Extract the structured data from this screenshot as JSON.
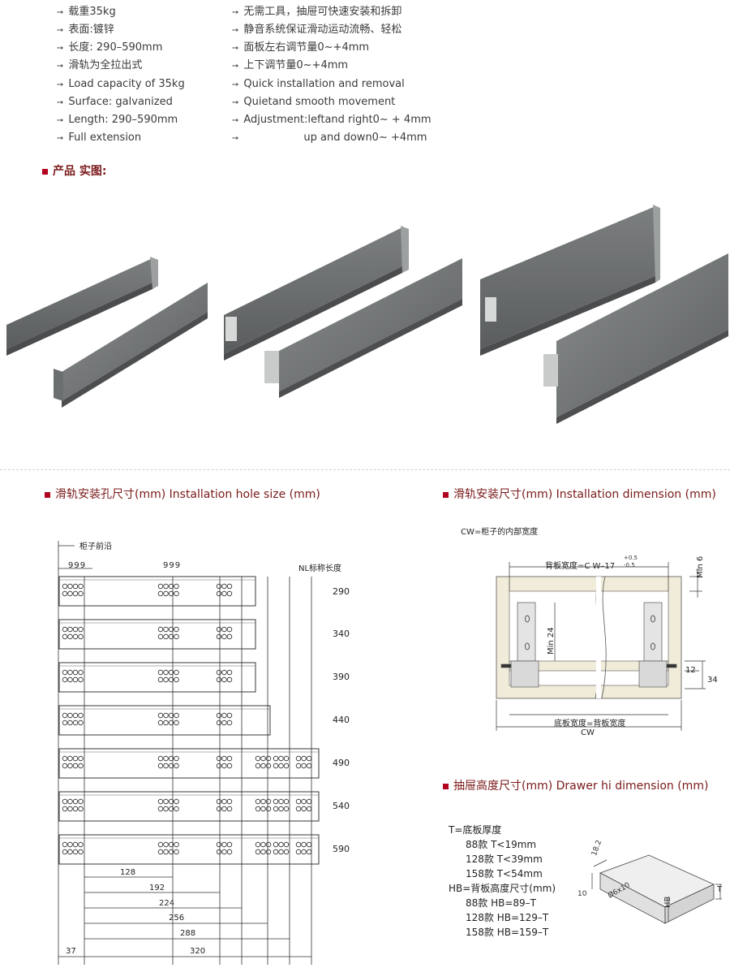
{
  "features_cn_left": [
    "载重35kg",
    "表面:镀锌",
    "长度: 290–590mm",
    "滑轨为全拉出式"
  ],
  "features_cn_right": [
    "无需工具，抽屉可快速安装和拆卸",
    "静音系统保证滑动运动流畅、轻松",
    "面板左右调节量0~+4mm",
    "上下调节量0~+4mm"
  ],
  "features_en_left": [
    "Load capacity of 35kg",
    "Surface: galvanized",
    "Length: 290–590mm",
    "Full extension"
  ],
  "features_en_right": [
    "Quick installation and removal",
    "Quietand smooth movement",
    "Adjustment:leftand right0~ + 4mm",
    "up and down0~ +4mm"
  ],
  "arrow_glyph": "➙",
  "section_photos": "产品 实图:",
  "section_holes": "滑轨安装孔尺寸(mm) Installation hole size (mm)",
  "section_install": "滑轨安装尺寸(mm) Installation dimension (mm)",
  "section_drawer": "抽屉高度尺寸(mm) Drawer hi dimension (mm)",
  "accent_color": "#b2001f",
  "holes": {
    "front_edge_label": "柜子前沿",
    "top_dims_a": "999",
    "top_dims_b": "999",
    "nl_header": "NL标称长度",
    "lengths": [
      "290",
      "340",
      "390",
      "440",
      "490",
      "540",
      "590"
    ],
    "bottom_dims": [
      "128",
      "192",
      "224",
      "256",
      "288",
      "320"
    ],
    "offset_dim": "37"
  },
  "install": {
    "cw_note": "CW=柜子的内部宽度",
    "back_width": "背板宽度=C W–17",
    "tol_plus": "+0.5",
    "tol_minus": "-0.5",
    "min6": "Min 6",
    "min24": "Min 24",
    "dim12": "12",
    "dim34": "34",
    "bottom_width": "底板宽度=背板宽度",
    "cw": "CW"
  },
  "drawer": {
    "t_label": "T=底板厚度",
    "t_rows": [
      "88款 T<19mm",
      "128款 T<39mm",
      "158款 T<54mm"
    ],
    "hb_label": "HB=背板高度尺寸(mm)",
    "hb_rows": [
      "88款  HB=89–T",
      "128款  HB=129–T",
      "158款  HB=159–T"
    ],
    "dim_18": "18.2",
    "dim_10": "10",
    "dim_hole": "Ø6x10",
    "dim_hb": "HB",
    "dim_t": "T"
  }
}
